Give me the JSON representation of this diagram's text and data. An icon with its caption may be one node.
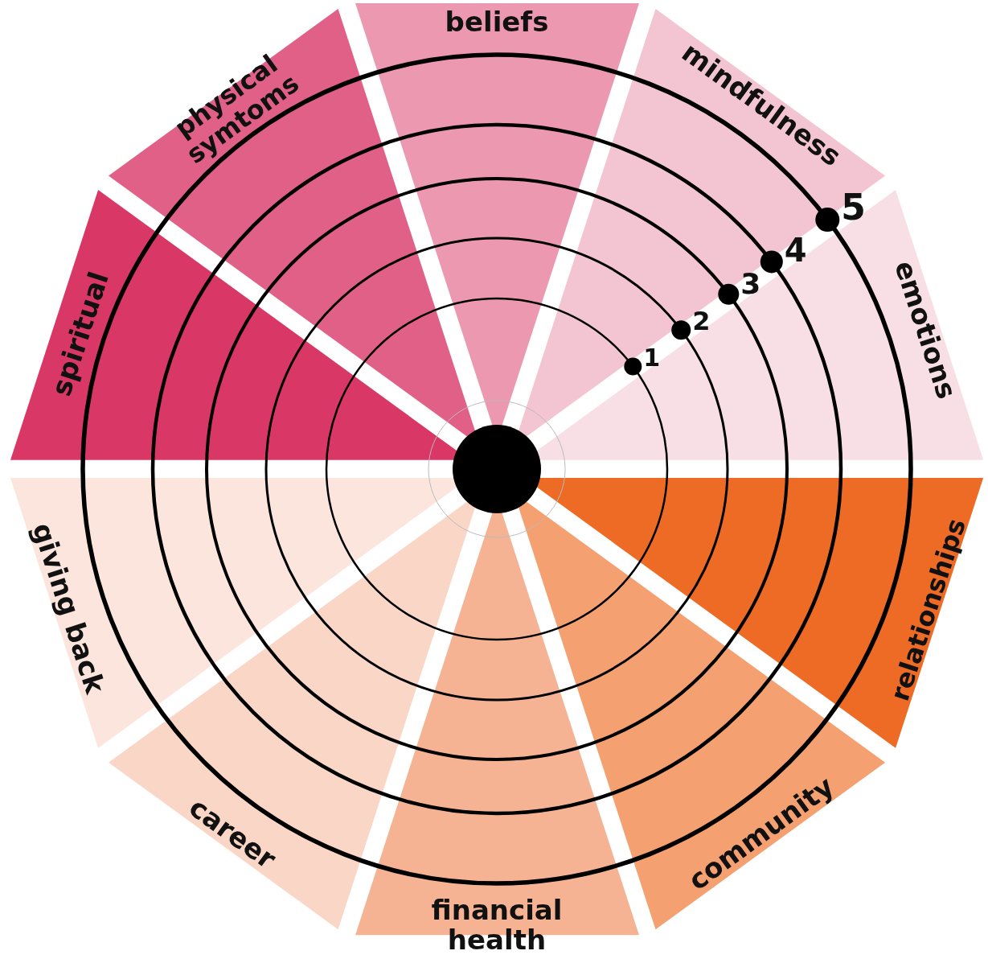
{
  "diagram": {
    "nodes": [
      {
        "text": [
          "beliefs"
        ]
      },
      {
        "text": [
          "mindfulness"
        ]
      },
      {
        "text": [
          "emotions"
        ]
      },
      {
        "text": [
          "relationships"
        ]
      },
      {
        "text": [
          "community"
        ]
      },
      {
        "text": [
          "financial health"
        ]
      },
      {
        "text": [
          "career"
        ]
      },
      {
        "text": [
          "giving back"
        ]
      },
      {
        "text": [
          "spiritual"
        ]
      },
      {
        "text": [
          "physical symtoms"
        ]
      },
      {
        "text": [],
        "shape": "circle"
      }
    ],
    "labels": [
      "5",
      "4",
      "3",
      "2",
      "1"
    ]
  }
}
